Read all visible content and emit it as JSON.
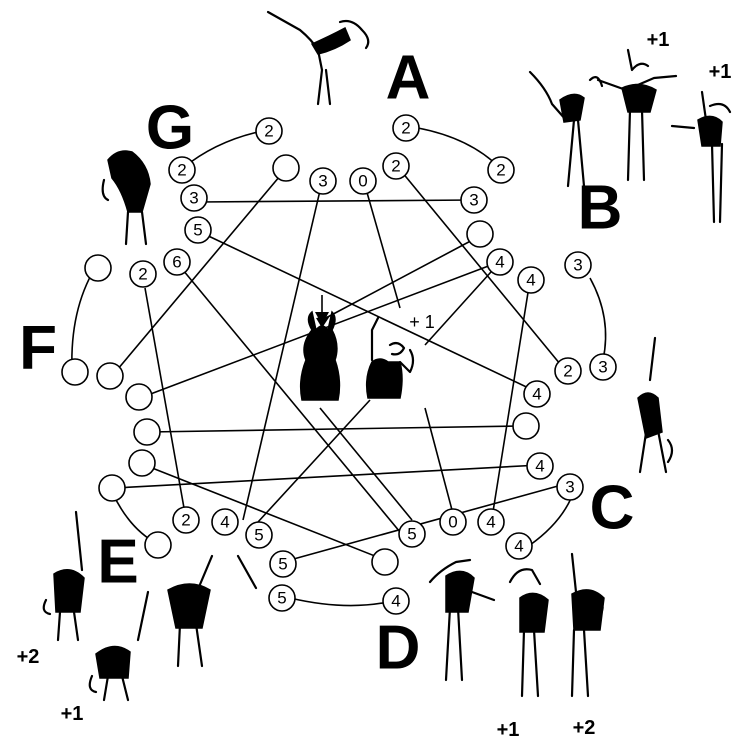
{
  "groups": {
    "A": {
      "letter": "A"
    },
    "B": {
      "letter": "B"
    },
    "C": {
      "letter": "C"
    },
    "D": {
      "letter": "D"
    },
    "E": {
      "letter": "E"
    },
    "F": {
      "letter": "F"
    },
    "G": {
      "letter": "G"
    }
  },
  "bonuses": {
    "b1": "+1",
    "b2": "+1",
    "e1": "+2",
    "e2": "+1",
    "d1": "+1",
    "d2": "+2",
    "center": "+ 1"
  },
  "nodes": {
    "a1": "2",
    "a2": "2",
    "a3": "2",
    "g1": "2",
    "g2": "2",
    "g3": "3",
    "g4": "5",
    "g5": "6",
    "g6": "3",
    "g7": "0",
    "g8": "",
    "b1": "3",
    "b2": "4",
    "b3": "4",
    "b4": "3",
    "b5": "3",
    "b6": "2",
    "b7": "",
    "c1": "4",
    "c2": "4",
    "c3": "3",
    "c4": "4",
    "c5": "",
    "d1": "0",
    "d2": "4",
    "d3": "5",
    "d4": "",
    "d5": "4",
    "d6": "5",
    "d7": "5",
    "d8": "5",
    "e1": "2",
    "e2": "4",
    "e3": "",
    "e4": "",
    "e5": "",
    "f1": "2",
    "f2": "",
    "f3": "",
    "f4": "",
    "f5": "",
    "f6": ""
  }
}
